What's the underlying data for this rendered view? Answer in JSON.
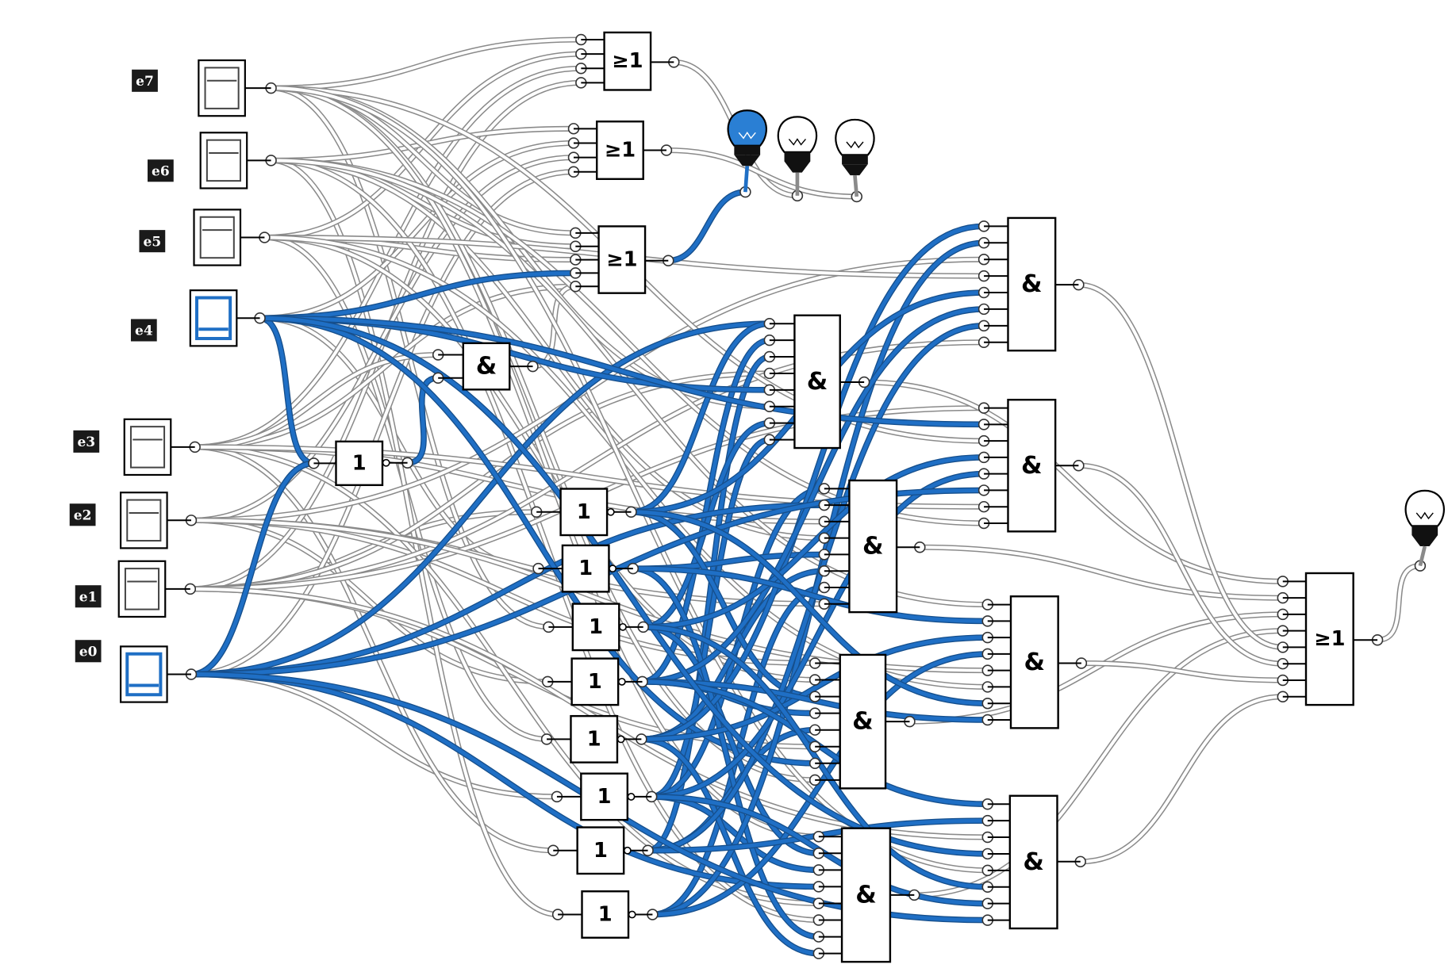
{
  "colors": {
    "active": "#1f6fc5",
    "inactive": "#8a8a8a",
    "wire_fill": "#ffffff",
    "lamp_on": "#2a7fd4"
  },
  "inputs": [
    {
      "id": "e7",
      "label": "e7",
      "on": false
    },
    {
      "id": "e6",
      "label": "e6",
      "on": false
    },
    {
      "id": "e5",
      "label": "e5",
      "on": false
    },
    {
      "id": "e4",
      "label": "e4",
      "on": true
    },
    {
      "id": "e3",
      "label": "e3",
      "on": false
    },
    {
      "id": "e2",
      "label": "e2",
      "on": false
    },
    {
      "id": "e1",
      "label": "e1",
      "on": false
    },
    {
      "id": "e0",
      "label": "e0",
      "on": true
    }
  ],
  "gate_symbols": {
    "or": "≥1",
    "and": "&",
    "not": "1"
  },
  "outputs": [
    {
      "id": "lamp0",
      "on": true
    },
    {
      "id": "lamp1",
      "on": false
    },
    {
      "id": "lamp2",
      "on": false
    },
    {
      "id": "lamp_final",
      "on": false
    }
  ]
}
